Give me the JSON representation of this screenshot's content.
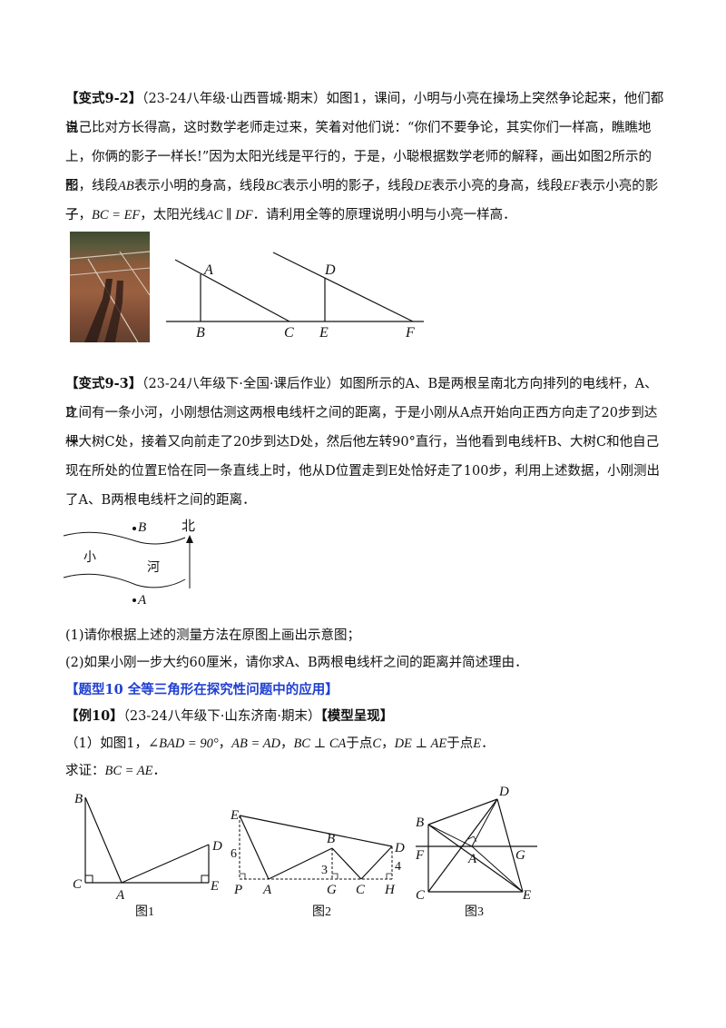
{
  "v92": {
    "tag": "【变式9-2】",
    "source": "（23-24八年级·山西晋城·期末）",
    "l1": "如图1，课间，小明与小亮在操场上突然争论起来，他们都说",
    "l2": "自己比对方长得高，这时数学老师走过来，笑着对他们说：“你们不要争论，其实你们一样高，瞧瞧地",
    "l3": "上，你俩的影子一样长!”因为太阳光线是平行的，于是，小聪根据数学老师的解释，画出如图2所示的图",
    "l4a": "形，线段",
    "v_AB": "AB",
    "l4b": "表示小明的身高，线段",
    "v_BC": "BC",
    "l4c": "表示小明的影子，线段",
    "v_DE": "DE",
    "l4d": "表示小亮的身高，线段",
    "v_EF": "EF",
    "l4e": "表示小亮的影子",
    "l5a": "子，",
    "v_cond1": "BC = EF",
    "l5b": "，太阳光线",
    "v_cond2": "AC ∥ DF",
    "l5c": "．请利用全等的原理说明小明与小亮一样高．",
    "fig": {
      "A": "A",
      "B": "B",
      "C": "C",
      "D": "D",
      "E": "E",
      "F": "F"
    }
  },
  "v93": {
    "tag": "【变式9-3】",
    "source": "（23-24八年级下·全国·课后作业）",
    "l1": "如图所示的A、B是两根呈南北方向排列的电线杆，A、B",
    "l2": "之间有一条小河，小刚想估测这两根电线杆之间的距离，于是小刚从A点开始向正西方向走了",
    "n1": "20",
    "l2b": "步到达一",
    "l3a": "棵大树C处，接着又向前走了",
    "n2": "20",
    "l3b": "步到达D处，然后他左转",
    "n3": "90°",
    "l3c": "直行，当他看到电线杆B、大树C和他自己",
    "l4a": "现在所处的位置E恰在同一条直线上时，他从D位置走到E处恰好走了",
    "n4": "100",
    "l4b": "步，利用上述数据，小刚测出",
    "l5": "了A、B两根电线杆之间的距离．",
    "fig": {
      "B": "B",
      "A": "A",
      "north": "北",
      "river1": "小",
      "river2": "河"
    },
    "q1": "(1)请你根据上述的测量方法在原图上画出示意图；",
    "q2a": "(2)如果小刚一步大约",
    "n5": "60",
    "q2b": "厘米，请你求A、B两根电线杆之间的距离并简述理由．"
  },
  "t10": {
    "title": "【题型10 全等三角形在探究性问题中的应用】",
    "ex_tag": "【例10】",
    "ex_source": "（23-24八年级下·山东济南·期末）",
    "ex_model": "【模型呈现】",
    "c1a": "（1）如图1，",
    "c1b": "∠BAD = 90°",
    "c1c": "，",
    "c1d": "AB = AD",
    "c1e": "，",
    "c1f": "BC ⊥ CA",
    "c1g": "于点",
    "c1h": "C",
    "c1i": "，",
    "c1j": "DE ⊥ AE",
    "c1k": "于点",
    "c1l": "E",
    "c1m": "．",
    "c2a": "求证：",
    "c2b": "BC = AE",
    "c2c": "．",
    "fig1": {
      "B": "B",
      "C": "C",
      "A": "A",
      "D": "D",
      "E": "E",
      "cap": "图1"
    },
    "fig2": {
      "E": "E",
      "six": "6",
      "B": "B",
      "three": "3",
      "D": "D",
      "four": "4",
      "P": "P",
      "A": "A",
      "G": "G",
      "C": "C",
      "H": "H",
      "cap": "图2"
    },
    "fig3": {
      "D": "D",
      "B": "B",
      "F": "F",
      "A": "A",
      "G": "G",
      "C": "C",
      "E": "E",
      "cap": "图3"
    }
  }
}
